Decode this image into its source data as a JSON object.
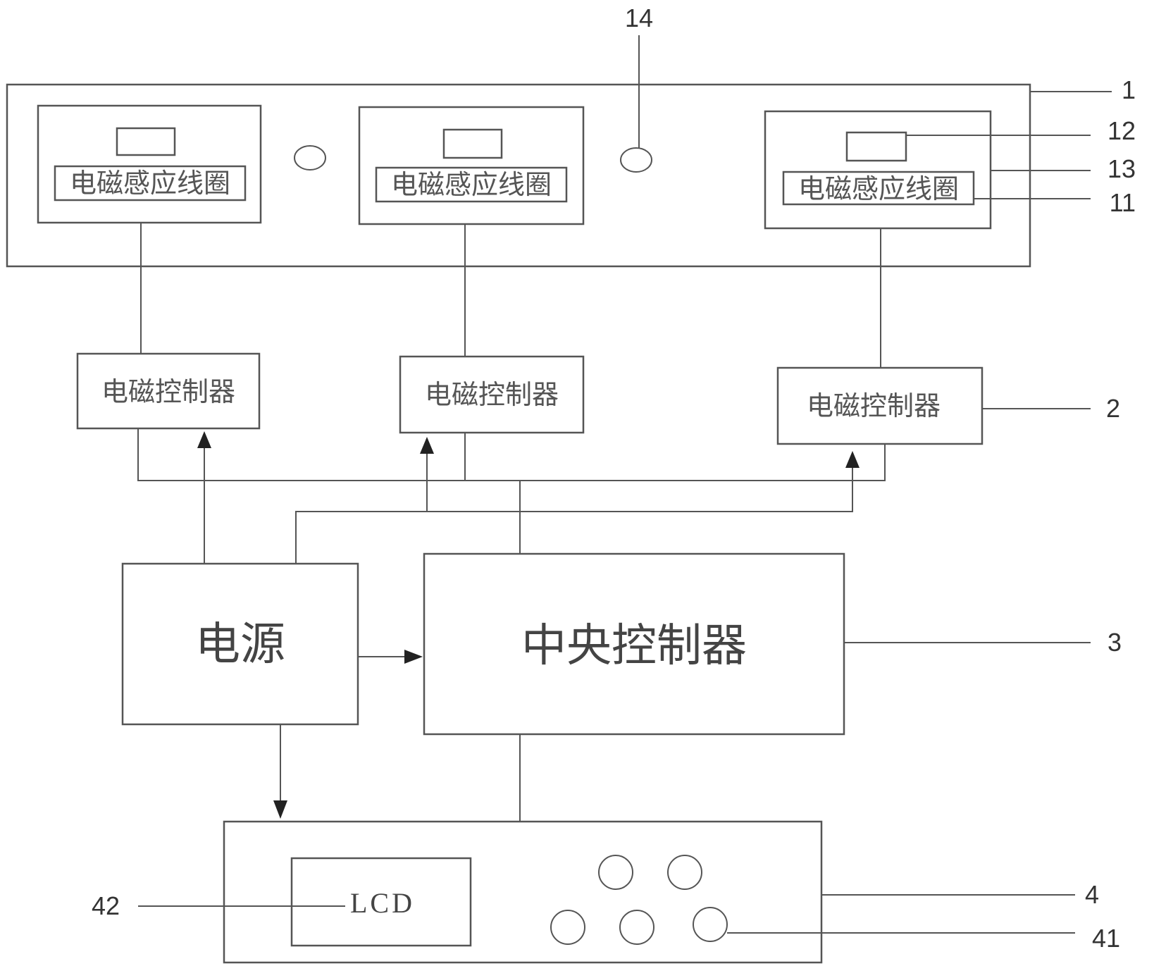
{
  "cooktop": {
    "coil_label": "电磁感应线圈",
    "ref_number": "1",
    "coil_ref": "11",
    "display_ref": "12",
    "unit_ref": "13",
    "hole_ref": "14"
  },
  "em_controller": {
    "label": "电磁控制器",
    "ref_number": "2"
  },
  "power_supply": {
    "label": "电源"
  },
  "central_controller": {
    "label": "中央控制器",
    "ref_number": "3"
  },
  "panel": {
    "lcd_label": "LCD",
    "ref_number": "4",
    "button_ref": "41",
    "lcd_ref": "42"
  }
}
